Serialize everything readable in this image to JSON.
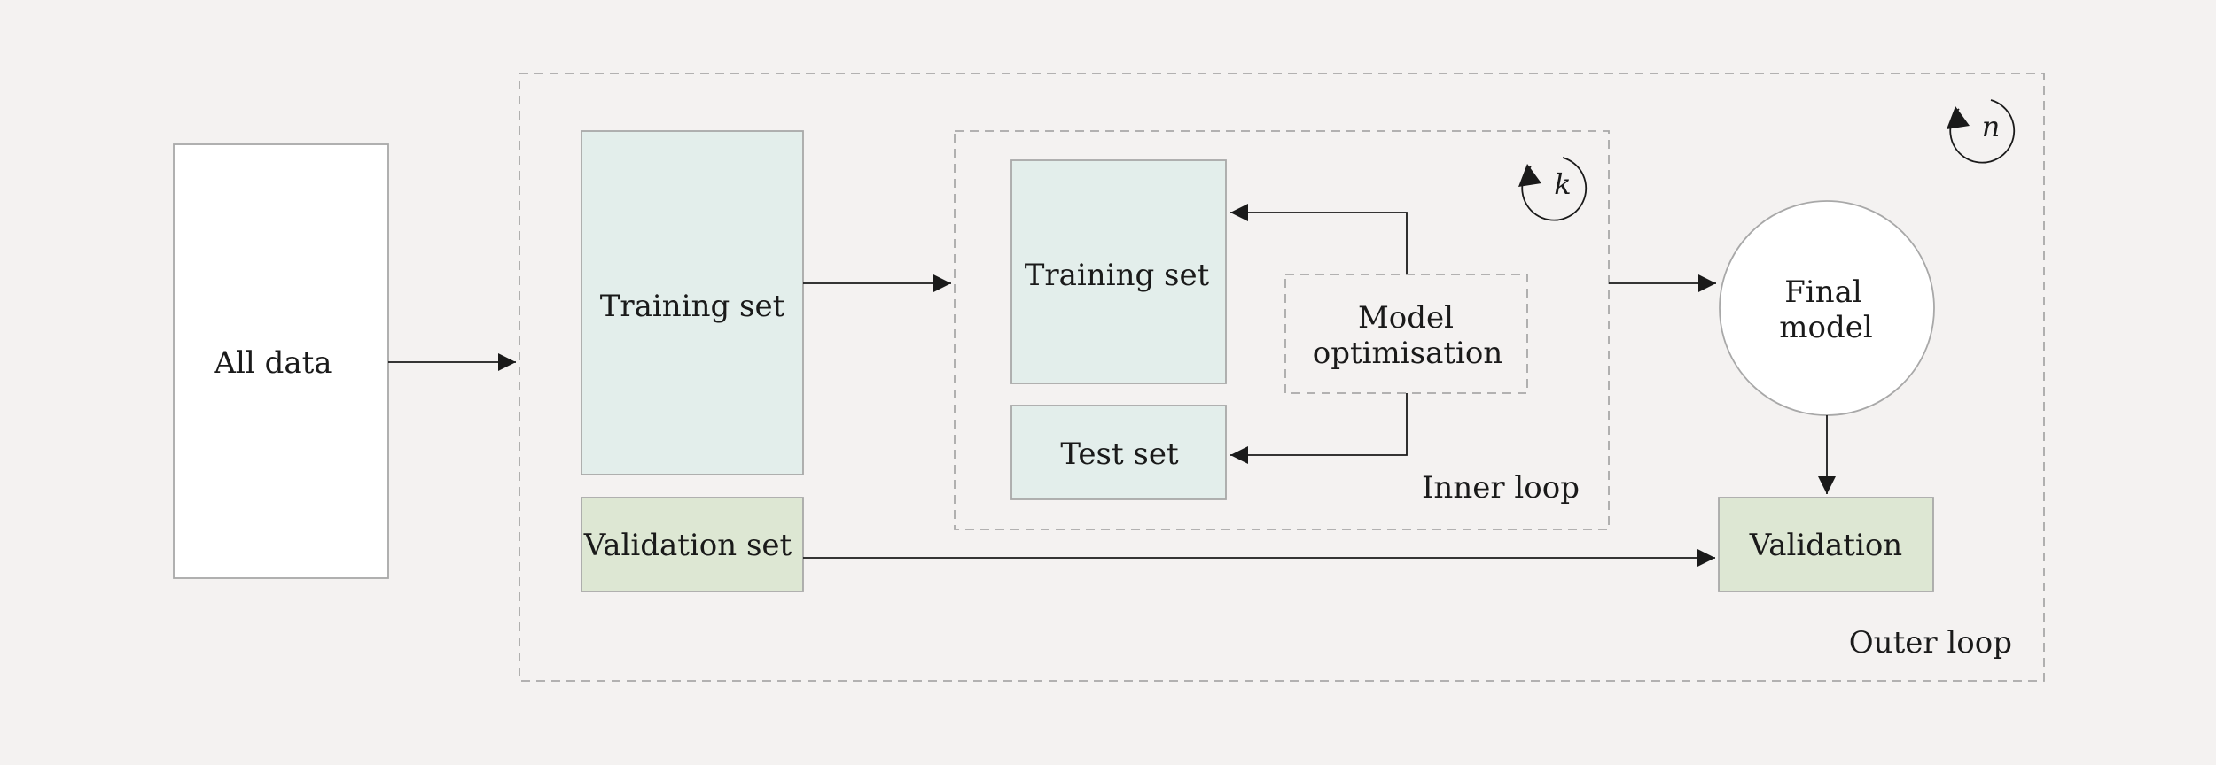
{
  "nodes": {
    "all_data": "All data",
    "outer_training_set": "Training set",
    "validation_set": "Validation set",
    "inner_training_set": "Training set",
    "test_set": "Test set",
    "model_optimisation_line1": "Model",
    "model_optimisation_line2": "optimisation",
    "final_model_line1": "Final",
    "final_model_line2": "model",
    "validation": "Validation"
  },
  "loops": {
    "inner_label": "Inner loop",
    "inner_repeat": "k",
    "outer_label": "Outer loop",
    "outer_repeat": "n"
  },
  "colors": {
    "background": "#f4f2f1",
    "training_fill": "#e3eeeb",
    "validation_fill": "#dde7d3",
    "white_fill": "#ffffff",
    "box_stroke": "#a8a8a8",
    "arrow": "#1a1a1a"
  }
}
